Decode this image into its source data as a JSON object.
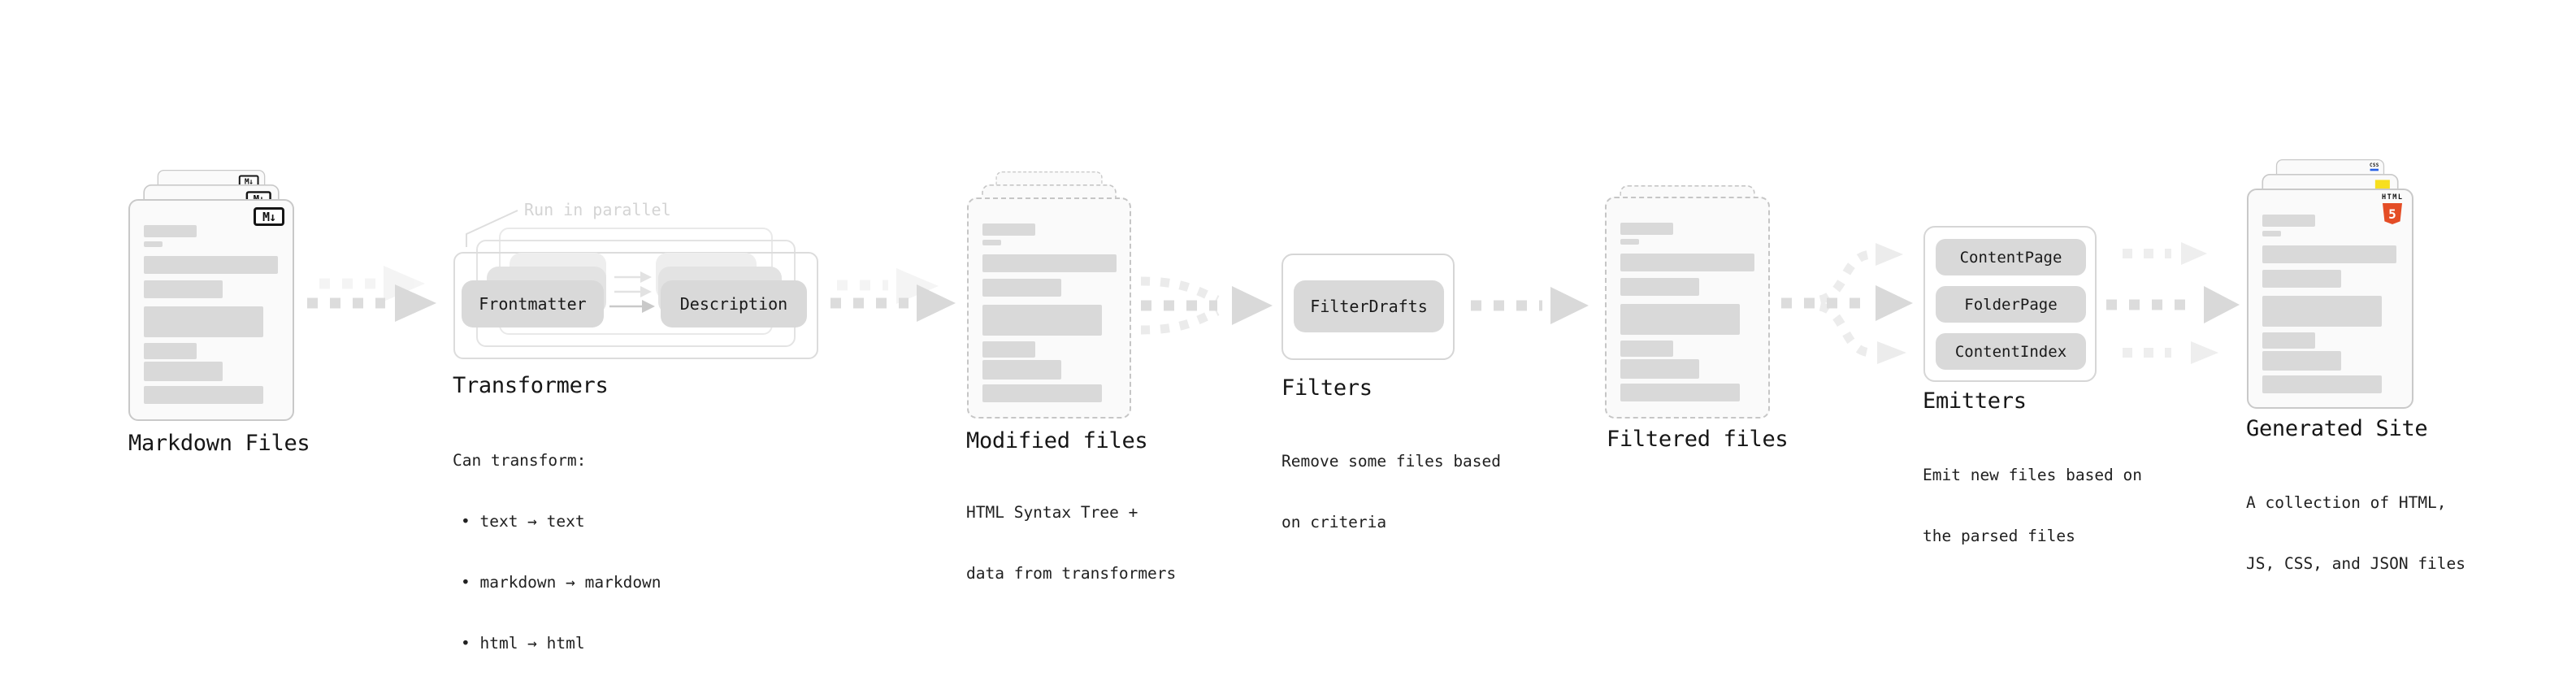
{
  "markdown_files": {
    "title": "Markdown Files",
    "badge": "M↓"
  },
  "transformers": {
    "annotation": "Run in parallel",
    "pill_frontmatter": "Frontmatter",
    "pill_description": "Description",
    "title": "Transformers",
    "caption": "Can transform:",
    "bullets": [
      "• text → text",
      "• markdown → markdown",
      "• html → html"
    ]
  },
  "modified_files": {
    "title": "Modified files",
    "caption_lines": [
      "HTML Syntax Tree +",
      "data from transformers"
    ]
  },
  "filters": {
    "pill": "FilterDrafts",
    "title": "Filters",
    "caption_lines": [
      "Remove some files based",
      "on criteria"
    ]
  },
  "filtered_files": {
    "title": "Filtered files"
  },
  "emitters": {
    "pills": [
      "ContentPage",
      "FolderPage",
      "ContentIndex"
    ],
    "title": "Emitters",
    "caption_lines": [
      "Emit new files based on",
      "the parsed files"
    ]
  },
  "generated_site": {
    "title": "Generated Site",
    "caption_lines": [
      "A collection of HTML,",
      "JS, CSS, and JSON files"
    ],
    "badge_css": "CSS",
    "badge_html_label": "HTML",
    "badge_html_number": "5"
  },
  "colors": {
    "html5_orange": "#e44d26",
    "js_yellow": "#f7df1e",
    "css_blue": "#2760e6",
    "placeholder_bar": "#d9d9d9"
  }
}
